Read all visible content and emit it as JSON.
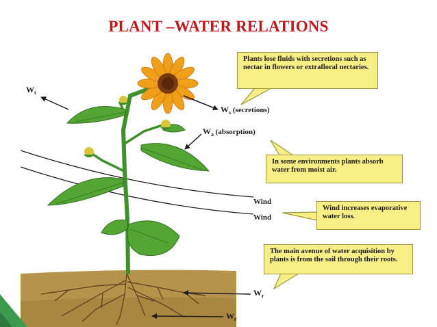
{
  "title": "PLANT –WATER RELATIONS",
  "callouts": {
    "secretions_note": "Plants lose fluids with secretions such as nectar in flowers or extrafloral nectaries.",
    "absorption_note": "In some environments plants absorb water from moist air.",
    "wind_note": "Wind increases evaporative water loss.",
    "roots_note": "The main avenue of water acquisition by plants is from the soil through their roots."
  },
  "labels": {
    "wt_base": "W",
    "wt_sub": "t",
    "ws_base": "W",
    "ws_sub": "s",
    "ws_text": " (secretions)",
    "wa_base": "W",
    "wa_sub": "a",
    "wa_text": " (absorption)",
    "wind_1": "Wind",
    "wind_2": "Wind",
    "wr1_base": "W",
    "wr1_sub": "r",
    "wr2_base": "W",
    "wr2_sub": "r"
  },
  "colors": {
    "title": "#c0181c",
    "callout_fill": "#f7ee86",
    "soil": "#b5934a",
    "stem": "#3f8f2a",
    "leaf": "#55a534",
    "petal": "#f0a018",
    "flower_center": "#7a3a10"
  }
}
